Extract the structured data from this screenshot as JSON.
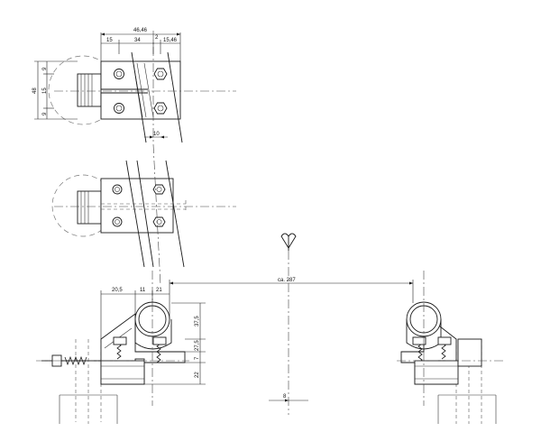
{
  "drawing": {
    "top_view": {
      "overall_width": "46,46",
      "seg_left": "15",
      "seg_mid": "34",
      "seg_right": "15,46",
      "seg_small": "2",
      "height_total": "48",
      "height_top": "9",
      "height_mid": "15",
      "height_bot": "9",
      "angle": "10"
    },
    "front_view": {
      "seg_a": "20,5",
      "seg_b": "11",
      "seg_c": "21",
      "span": "ca. 287",
      "h_tube": "37,5",
      "h_mid": "27,5",
      "h_small": "7",
      "h_bot": "22",
      "offset": "8"
    },
    "colors": {
      "line": "#1a1a1a",
      "background": "#ffffff"
    }
  }
}
